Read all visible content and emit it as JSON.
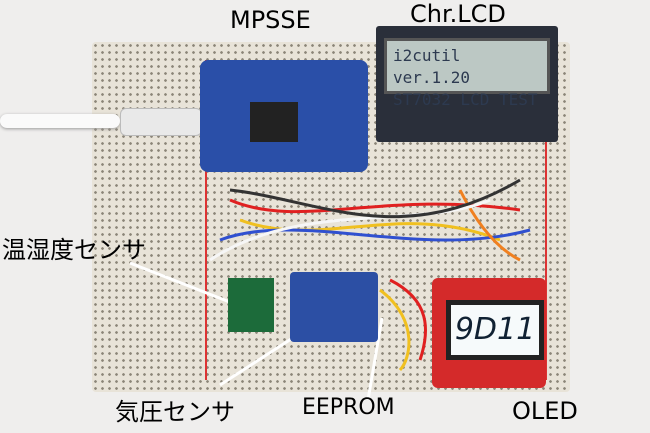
{
  "labels": {
    "mpsse": "MPSSE",
    "chr_lcd": "Chr.LCD",
    "temp_humidity": "温湿度センサ",
    "pressure": "気圧センサ",
    "eeprom": "EEPROM",
    "oled": "OLED"
  },
  "lcd": {
    "line1": "i2cutil ver.1.20",
    "line2": "ST7032 LCD TEST"
  },
  "oled_display": "9D11",
  "colors": {
    "board": "#e8e3d8",
    "mpsse_pcb": "#2a4fa8",
    "oled_pcb": "#d42a2a",
    "lcd_backlight": "#bcc8c4"
  }
}
